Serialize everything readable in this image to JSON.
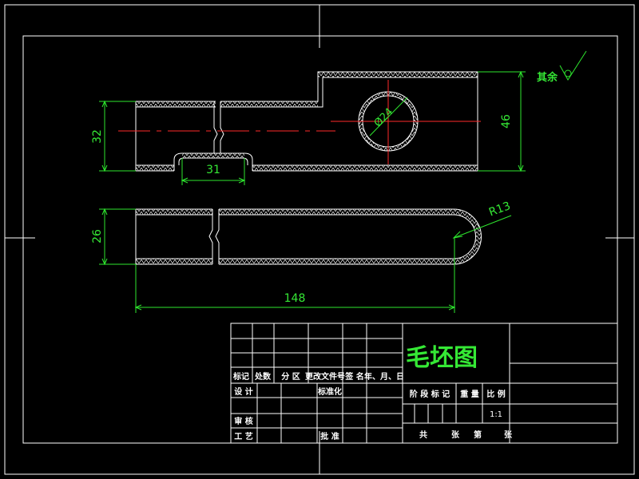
{
  "colors": {
    "background": "#000000",
    "outline": "#ffffff",
    "dimension": "#2ee62e",
    "centerline": "#ff2a2a"
  },
  "surface_note": {
    "text": "其余"
  },
  "dimensions": {
    "top_height_left": "32",
    "slot_width": "31",
    "hole_diameter": "Ø24",
    "top_height_right": "46",
    "bottom_height": "26",
    "end_radius": "R13",
    "overall_length": "148"
  },
  "title_block": {
    "drawing_title": "毛坯图",
    "col_labels": [
      "标记",
      "处数",
      "分 区",
      "更改文件号",
      "签 名",
      "年、月、日"
    ],
    "row_design": "设 计",
    "row_standard": "标准化",
    "stage_labels": [
      "阶 段 标 记",
      "重 量",
      "比 例"
    ],
    "scale_value": "1:1",
    "row_review": "审 核",
    "row_process": "工 艺",
    "row_approve": "批 准",
    "sheet_info": [
      "共",
      "张",
      "第",
      "张"
    ]
  }
}
